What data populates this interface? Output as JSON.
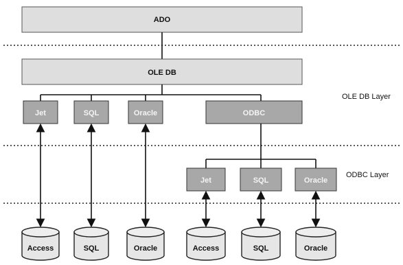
{
  "top_boxes": {
    "ado": "ADO",
    "ole_db": "OLE DB"
  },
  "providers": [
    "Jet",
    "SQL",
    "Oracle",
    "ODBC"
  ],
  "odbc_drivers": [
    "Jet",
    "SQL",
    "Oracle"
  ],
  "databases": [
    "Access",
    "SQL",
    "Oracle",
    "Access",
    "SQL",
    "Oracle"
  ],
  "layer_labels": {
    "ole_db_layer": "OLE DB Layer",
    "odbc_layer": "ODBC Layer"
  }
}
